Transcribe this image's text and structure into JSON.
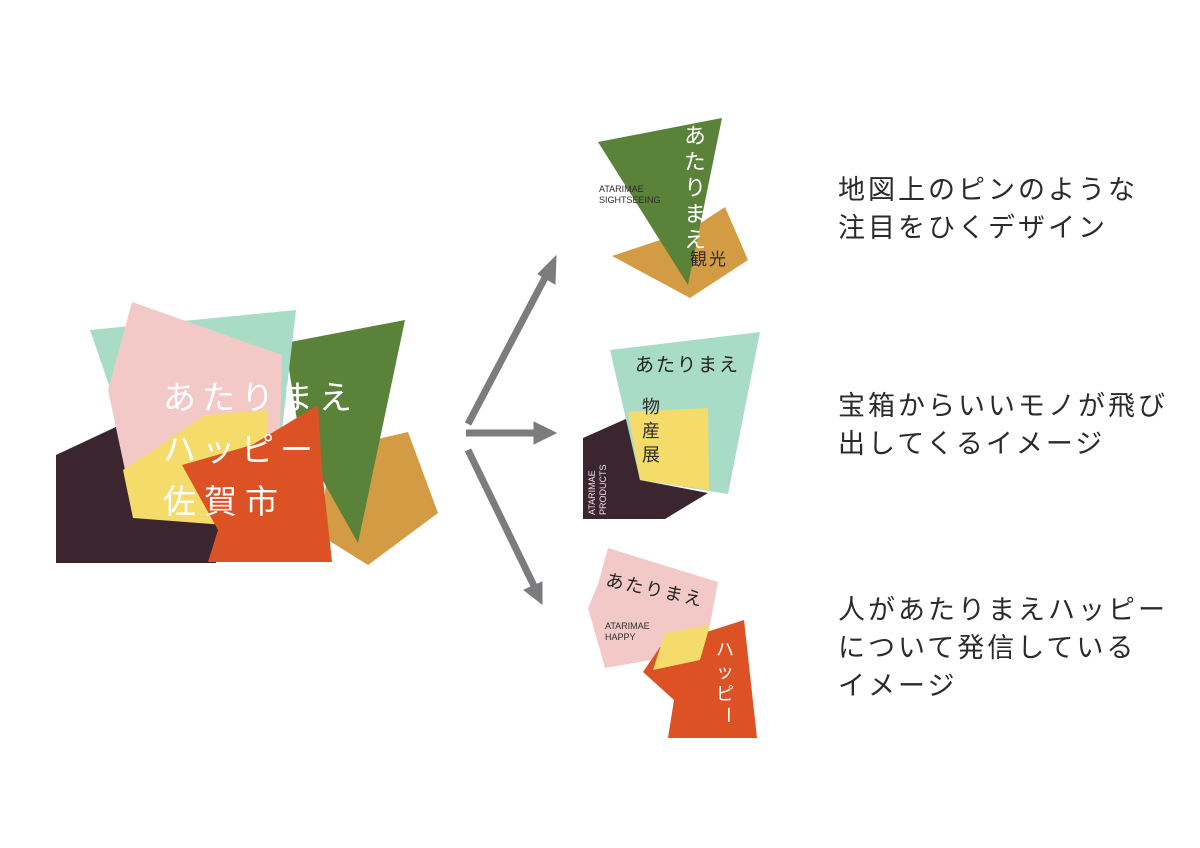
{
  "colors": {
    "mint": "#a9dcc6",
    "pink": "#f2c9c7",
    "green": "#5a8239",
    "dark_plum": "#3b2630",
    "yellow": "#f5dc6a",
    "orange_red": "#dd5224",
    "ochre": "#d39b44",
    "arrow": "#7c7b7e",
    "text_dark": "#2b2b2b",
    "text_light": "#ffffff"
  },
  "main_logo": {
    "line1": "あたりまえ",
    "line2": "ハッピー",
    "line3": "佐賀市"
  },
  "arrows": [
    {
      "name": "arrow-up",
      "direction": "up-right"
    },
    {
      "name": "arrow-middle",
      "direction": "right"
    },
    {
      "name": "arrow-down",
      "direction": "down-right"
    }
  ],
  "variants": [
    {
      "id": "sightseeing",
      "vertical_text": "あたりまえ",
      "kanji": "観光",
      "english_line1": "ATARIMAE",
      "english_line2": "SIGHTSEEING",
      "caption": "地図上のピンのような\n注目をひくデザイン"
    },
    {
      "id": "products",
      "horizontal_text": "あたりまえ",
      "kanji_vertical": [
        "物",
        "産",
        "展"
      ],
      "english_line1": "ATARIMAE",
      "english_line2": "PRODUCTS",
      "caption": "宝箱からいいモノが飛び\n出してくるイメージ"
    },
    {
      "id": "happy",
      "horizontal_text": "あたりまえ",
      "katakana_vertical": [
        "ハ",
        "ッ",
        "ピ",
        "ー"
      ],
      "english_line1": "ATARIMAE",
      "english_line2": "HAPPY",
      "caption": "人があたりまえハッピー\nについて発信している\nイメージ"
    }
  ]
}
